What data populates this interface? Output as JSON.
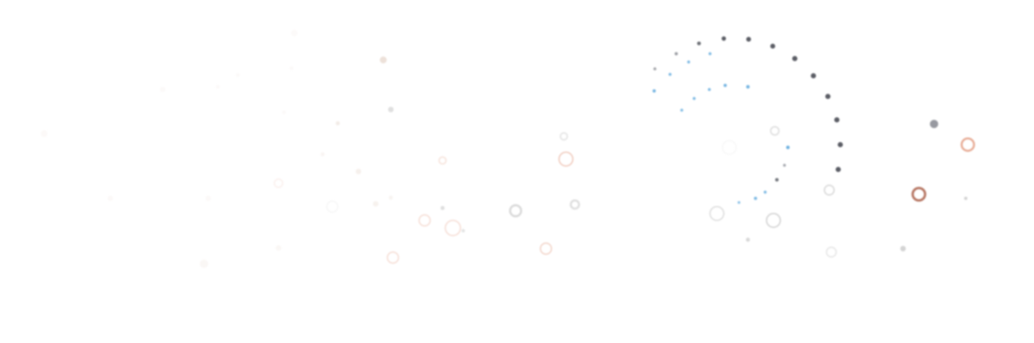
{
  "scene": {
    "background_color": "#ffffff",
    "palette": {
      "dark_gray": "#4a4d55",
      "mid_gray": "#7d8088",
      "blue": "#4a9ed8",
      "rust": "#b06a55",
      "peach": "#e5a48c",
      "pale_gray": "#c9c9c9",
      "pale_beige": "#e8d9cf"
    },
    "elements": [
      "outer-arc-dots",
      "inner-arc-dots",
      "scattered-rings",
      "scattered-dots"
    ]
  }
}
